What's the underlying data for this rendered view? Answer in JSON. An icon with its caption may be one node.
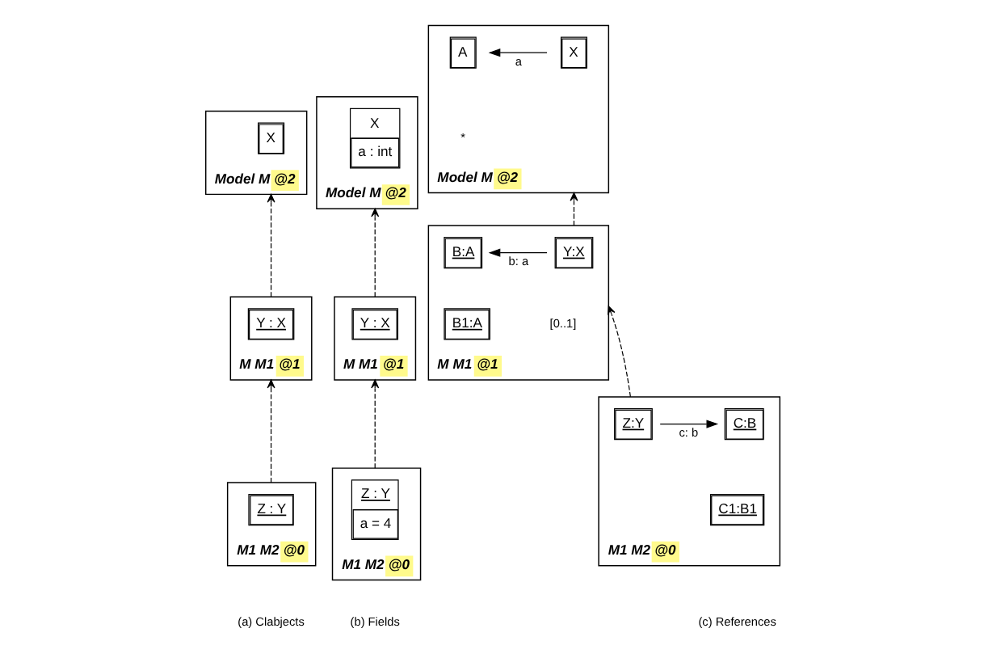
{
  "diagram": {
    "nodes": [
      {
        "text": [
          "Model M",
          "@2"
        ]
      },
      {
        "text": [
          "X"
        ],
        "in": 0
      },
      {
        "text": [
          "M M1",
          "@1"
        ]
      },
      {
        "text": [
          "Y : X"
        ],
        "in": 2
      },
      {
        "text": [
          "M1 M2",
          "@0"
        ]
      },
      {
        "text": [
          "Z : Y"
        ],
        "in": 4
      },
      {
        "text": [
          "Model M",
          "@2"
        ]
      },
      {
        "text": [
          "X",
          "a : int"
        ],
        "in": 6
      },
      {
        "text": [
          "M M1",
          "@1"
        ]
      },
      {
        "text": [
          "Y : X"
        ],
        "in": 8
      },
      {
        "text": [
          "M1 M2",
          "@0"
        ]
      },
      {
        "text": [
          "Z : Y",
          "a = 4"
        ],
        "in": 10
      },
      {
        "text": [
          "Model M",
          "@2"
        ]
      },
      {
        "text": [
          "X"
        ],
        "in": 12
      },
      {
        "text": [
          "A"
        ],
        "in": 12
      },
      {
        "text": [
          "M M1",
          "@1"
        ]
      },
      {
        "text": [
          "Y:X"
        ],
        "in": 15
      },
      {
        "text": [
          "B:A"
        ],
        "in": 15
      },
      {
        "text": [
          "B1:A"
        ],
        "in": 15
      },
      {
        "text": [
          "M1 M2",
          "@0"
        ]
      },
      {
        "text": [
          "Z:Y"
        ],
        "in": 19
      },
      {
        "text": [
          "C:B"
        ],
        "in": 19
      },
      {
        "text": [
          "C1:B1"
        ],
        "in": 19
      }
    ],
    "edges": [
      {
        "from": 2,
        "to": 0,
        "arrow": "to",
        "style": "dashed"
      },
      {
        "from": 4,
        "to": 2,
        "arrow": "to",
        "style": "dashed"
      },
      {
        "from": 8,
        "to": 6,
        "arrow": "to",
        "style": "dashed"
      },
      {
        "from": 10,
        "to": 8,
        "arrow": "to",
        "style": "dashed"
      },
      {
        "from": 13,
        "to": 14,
        "arrow": "to",
        "label": "a"
      },
      {
        "from": 15,
        "to": 12,
        "arrow": "to",
        "style": "dashed"
      },
      {
        "from": 16,
        "to": 17,
        "arrow": "to",
        "label": "b: a"
      },
      {
        "from": 19,
        "to": 15,
        "arrow": "to",
        "style": "dashed"
      },
      {
        "from": 20,
        "to": 21,
        "arrow": "to",
        "label": "c: b"
      }
    ],
    "labels": [
      "*",
      "[0..1]",
      "(a) Clabjects",
      "(b) Fields",
      "(c) References"
    ]
  }
}
